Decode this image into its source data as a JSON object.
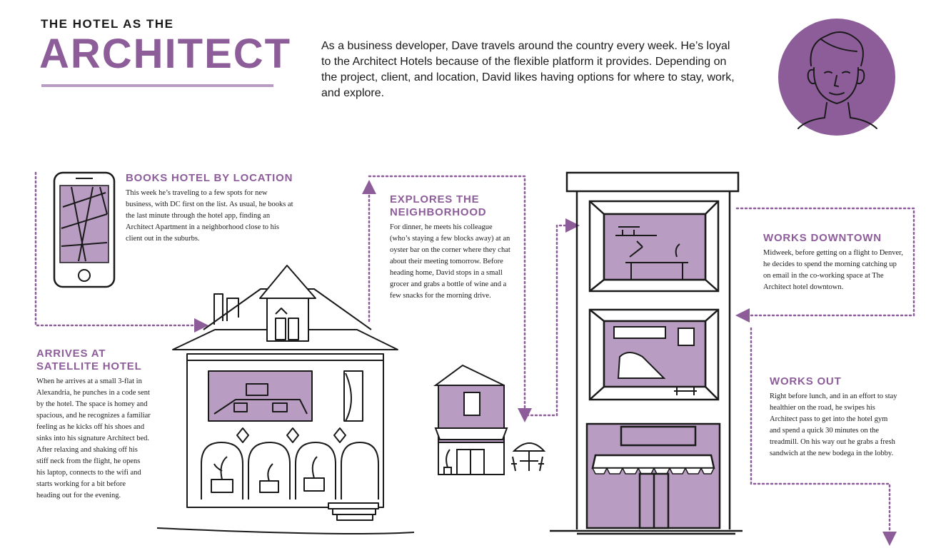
{
  "header": {
    "kicker": "THE HOTEL AS THE",
    "title": "ARCHITECT",
    "intro": "As a business developer, Dave travels around the country every week. He’s loyal to the Architect Hotels because of the flexible platform it provides. Depending on the project, client, and location, David likes having options for where to stay, work, and explore."
  },
  "steps": {
    "books": {
      "heading": "BOOKS HOTEL BY LOCATION",
      "body": "This week he’s traveling to a few spots for new business, with DC first on the list. As usual, he books at the last minute through the hotel app, finding an Architect Apartment in a neighborhood close to his client out in the suburbs."
    },
    "arrives": {
      "heading_line1": "ARRIVES AT",
      "heading_line2": "SATELLITE HOTEL",
      "body": "When he arrives at a small 3-flat in Alexandria, he punches in a code sent by the hotel. The space is homey and spacious, and he recognizes a familiar feeling as he kicks off his shoes and sinks into his signature Architect bed. After relaxing and shaking off his stiff neck from the flight, he opens his laptop, connects to the wifi and starts working for a bit before heading out for the evening."
    },
    "explores": {
      "heading_line1": "EXPLORES THE",
      "heading_line2": "NEIGHBORHOOD",
      "body": "For dinner, he meets his colleague (who’s staying a few blocks away) at an oyster bar on the corner where they chat about their meeting tomorrow. Before heading home, David stops in a small grocer and grabs a bottle of wine and a few snacks for the morning drive."
    },
    "works_downtown": {
      "heading": "WORKS DOWNTOWN",
      "body": "Midweek, before getting on a flight to Denver, he decides to spend the morning catching up on email in the co-working space at The Architect hotel downtown."
    },
    "works_out": {
      "heading": "WORKS OUT",
      "body": "Right before lunch, and in an effort to stay healthier on the road, he swipes his Architect pass to get into the hotel gym and spend a quick 30 minutes on the treadmill. On his way out he grabs a fresh sandwich at the new bodega in the lobby."
    }
  },
  "colors": {
    "accent": "#8d5d9a",
    "light_purple": "#b99cc2",
    "line": "#1a1a1a"
  },
  "icons": [
    "avatar-portrait",
    "smartphone-map-icon",
    "house-illustration",
    "shop-illustration",
    "cafe-table-icon",
    "tall-hotel-illustration"
  ]
}
